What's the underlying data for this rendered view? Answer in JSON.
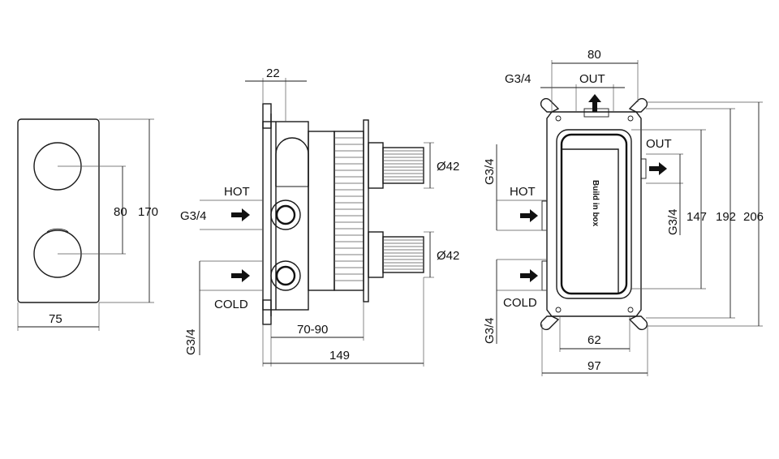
{
  "front_view": {
    "width": "75",
    "height": "170",
    "knob_spacing": "80"
  },
  "side_view": {
    "top_depth": "22",
    "hot": "HOT",
    "cold": "COLD",
    "thread_hot": "G3/4",
    "thread_cold": "G3/4",
    "pipe_top": "Ø42",
    "pipe_bottom": "Ø42",
    "adjust_range": "70-90",
    "total_depth": "149"
  },
  "back_view": {
    "top_width": "80",
    "thread_out_top": "G3/4",
    "out_top": "OUT",
    "out_right": "OUT",
    "thread_hot": "G3/4",
    "hot": "HOT",
    "thread_right": "G3/4",
    "thread_cold": "G3/4",
    "cold": "COLD",
    "box_text": "Build in box",
    "bottom_inner": "62",
    "bottom_outer": "97",
    "height_147": "147",
    "height_192": "192",
    "height_206": "206"
  }
}
